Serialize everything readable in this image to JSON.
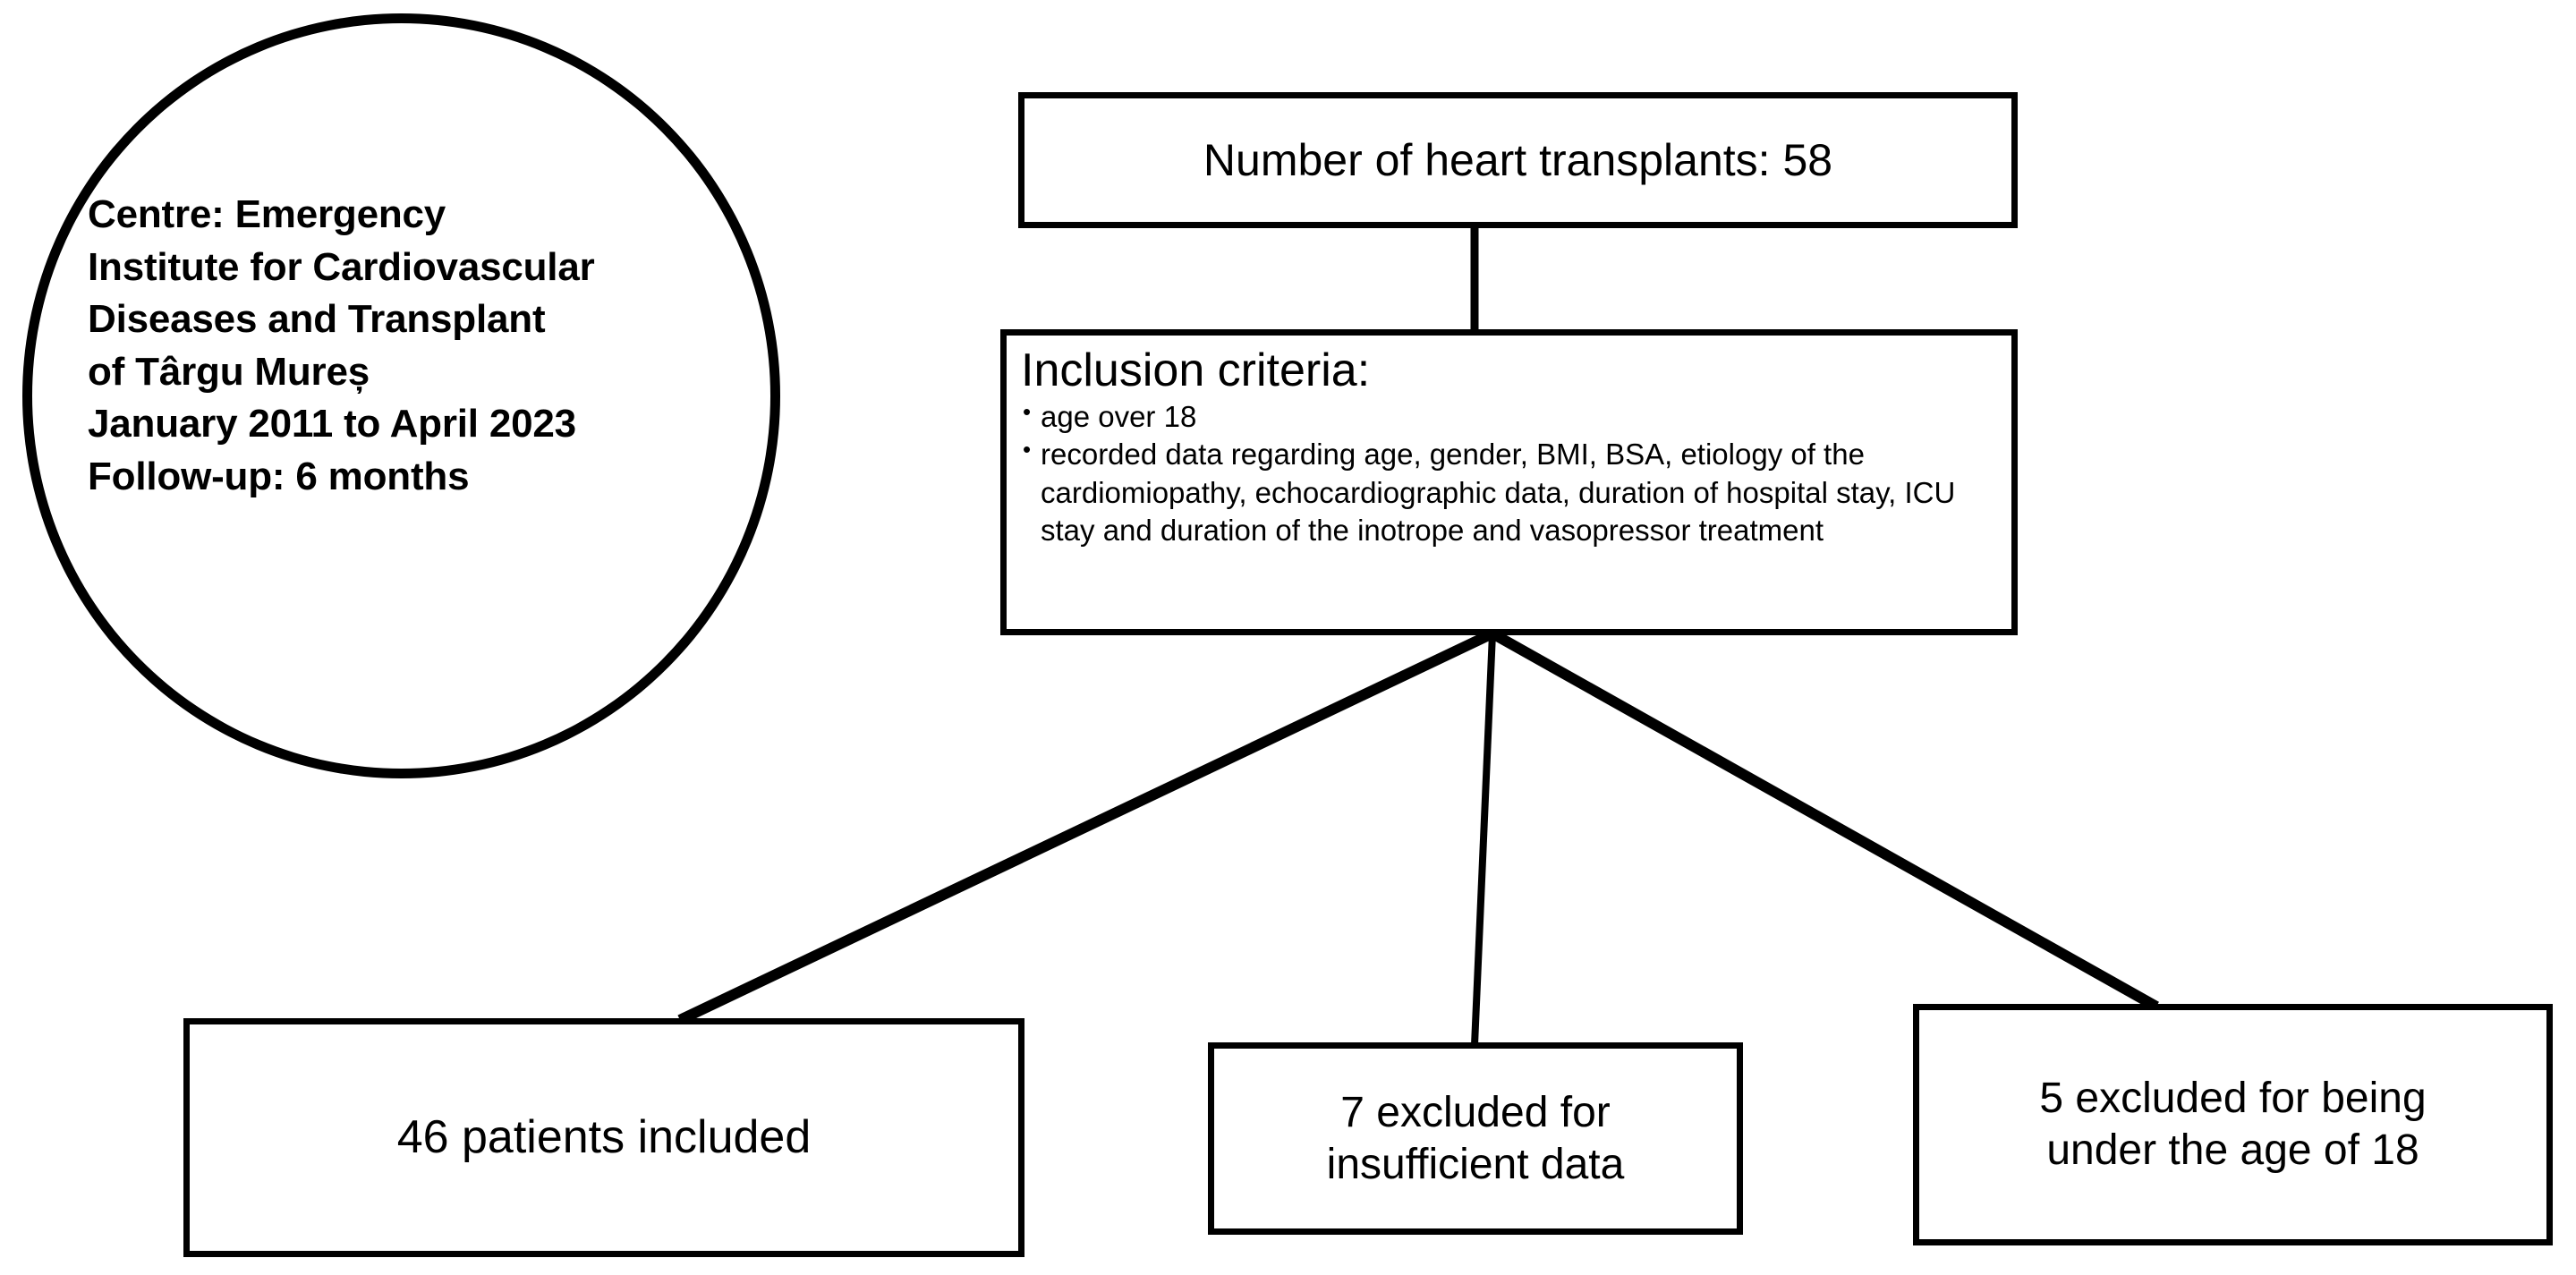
{
  "diagram": {
    "type": "study-flow-diagram",
    "title": "Heart transplant study patient selection flowchart",
    "stroke_color": "#000000",
    "background_color": "#ffffff"
  },
  "circle_node": {
    "name": "study-centre-circle",
    "lines": [
      "Centre: Emergency",
      "Institute for Cardiovascular",
      "Diseases and Transplant",
      "of Târgu Mureș",
      "January 2011 to April 2023",
      "Follow-up: 6 months"
    ],
    "text": "Centre: Emergency\nInstitute for Cardiovascular\nDiseases and Transplant\nof Târgu Mureș\nJanuary 2011 to April 2023\nFollow-up: 6 months",
    "centre": "Emergency Institute for Cardiovascular Diseases and Transplant of Târgu Mureș",
    "period": "January 2011 to April 2023",
    "follow_up": "6 months"
  },
  "nodes": {
    "transplants": {
      "label": "Number of heart transplants: 58",
      "count": 58
    },
    "inclusion": {
      "title": "Inclusion criteria:",
      "criteria": [
        "age over 18",
        "recorded data regarding age, gender, BMI, BSA, etiology of the cardiomiopathy, echocardiographic data, duration of hospital stay, ICU stay and duration of the inotrope and vasopressor treatment"
      ]
    },
    "included": {
      "label": "46 patients included",
      "count": 46
    },
    "excluded_data": {
      "label": "7 excluded for\ninsufficient data",
      "count": 7,
      "reason": "insufficient data"
    },
    "excluded_age": {
      "label": "5 excluded for being\nunder the age of 18",
      "count": 5,
      "reason": "under the age of 18"
    }
  },
  "chart_data": {
    "type": "diagram",
    "title": "Patient selection flow",
    "nodes": [
      {
        "id": "transplants",
        "label": "Number of heart transplants: 58",
        "value": 58
      },
      {
        "id": "inclusion",
        "label": "Inclusion criteria:",
        "value": null
      },
      {
        "id": "included",
        "label": "46 patients included",
        "value": 46
      },
      {
        "id": "excluded_data",
        "label": "7 excluded for insufficient data",
        "value": 7
      },
      {
        "id": "excluded_age",
        "label": "5 excluded for being under the age of 18",
        "value": 5
      }
    ],
    "edges": [
      {
        "from": "transplants",
        "to": "inclusion"
      },
      {
        "from": "inclusion",
        "to": "included"
      },
      {
        "from": "inclusion",
        "to": "excluded_data"
      },
      {
        "from": "inclusion",
        "to": "excluded_age"
      }
    ]
  }
}
